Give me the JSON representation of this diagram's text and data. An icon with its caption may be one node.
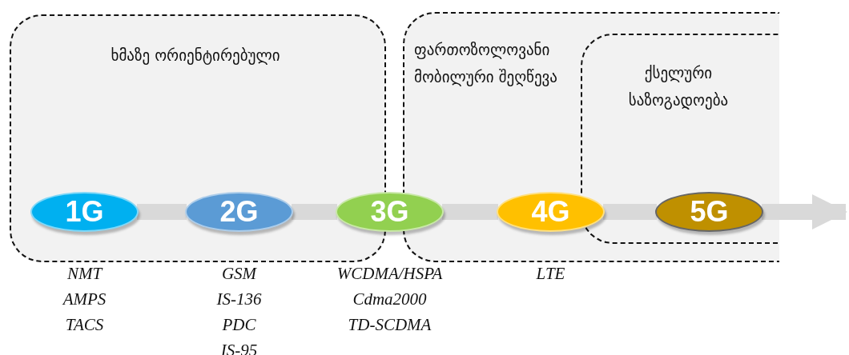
{
  "diagram": {
    "nodes": [
      {
        "text": [
          "ხმაზე ორიენტირებული"
        ]
      },
      {
        "text": [
          "1G"
        ],
        "in": 0,
        "beside": [
          "NMT",
          "AMPS",
          "TACS"
        ]
      },
      {
        "text": [
          "2G"
        ],
        "in": 0,
        "beside": [
          "GSM",
          "IS-136",
          "PDC",
          "IS-95"
        ]
      },
      {
        "text": [
          "3G"
        ],
        "beside": [
          "WCDMA/HSPA",
          "Cdma2000",
          "TD-SCDMA"
        ]
      },
      {
        "text": [
          "ფართოზოლოვანი მობილური შეღწევა"
        ]
      },
      {
        "text": [
          "ქსელური საზოგადოება"
        ],
        "in": 4
      },
      {
        "text": [
          "4G"
        ],
        "in": 4,
        "beside": [
          "LTE"
        ]
      },
      {
        "text": [
          "5G"
        ],
        "in": 5
      }
    ],
    "edges": [
      {
        "from": 1,
        "to": 2,
        "arrow": "none"
      },
      {
        "from": 2,
        "to": 3,
        "arrow": "none"
      },
      {
        "from": 3,
        "to": 6,
        "arrow": "none"
      },
      {
        "from": 6,
        "to": 7,
        "arrow": "none"
      },
      {
        "from": 7,
        "to": null,
        "arrow": "to"
      }
    ]
  }
}
